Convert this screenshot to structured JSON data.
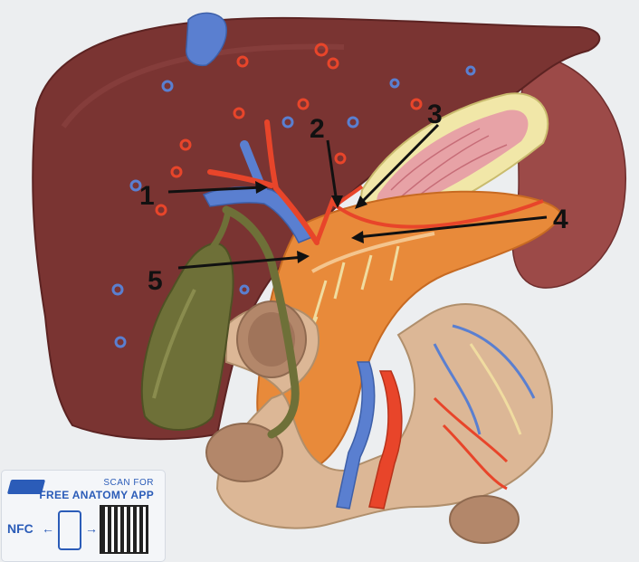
{
  "labels": {
    "one": "1",
    "two": "2",
    "three": "3",
    "four": "4",
    "five": "5"
  },
  "sticker": {
    "scan_text": "SCAN FOR",
    "app_text": "FREE ANATOMY APP",
    "nfc_text": "NFC"
  },
  "colors": {
    "liver": "#7a3432",
    "pancreas": "#e88a3a",
    "gallbladder": "#6e7038",
    "duodenum": "#dcb796",
    "vein": "#5a7fd0",
    "artery": "#e8452a",
    "stomach_wall": "#f1e7a8",
    "spleen": "#9c4a48"
  }
}
